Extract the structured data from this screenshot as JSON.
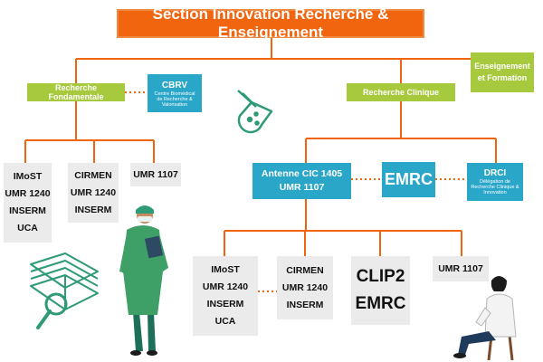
{
  "title": "Section Innovation Recherche & Enseignement",
  "colors": {
    "orange": "#f2650f",
    "green": "#a7c93d",
    "blue": "#2aa6c9",
    "gray": "#ebebeb",
    "teal_icon": "#2e9a78"
  },
  "nodes": {
    "enseignement": {
      "lines": [
        "Enseignement",
        "et Formation"
      ]
    },
    "recherche_fondamentale": {
      "label": "Recherche Fondamentale"
    },
    "cbrv": {
      "label": "CBRV",
      "desc": [
        "Centre Biomédical",
        "de Recherche &",
        "Valorisation"
      ]
    },
    "recherche_clinique": {
      "label": "Recherche Clinique"
    },
    "left_imost": {
      "lines": [
        "IMoST",
        "UMR 1240",
        "INSERM",
        "UCA"
      ]
    },
    "left_cirmen": {
      "lines": [
        "CIRMEN",
        "UMR 1240",
        "INSERM"
      ]
    },
    "left_umr1107": {
      "label": "UMR 1107"
    },
    "antenne": {
      "lines": [
        "Antenne CIC 1405",
        "UMR 1107"
      ]
    },
    "emrc": {
      "label": "EMRC"
    },
    "drci": {
      "label": "DRCI",
      "desc": [
        "Délégation de",
        "Recherche Clinique &",
        "Innovation"
      ]
    },
    "right_imost": {
      "lines": [
        "IMoST",
        "UMR 1240",
        "INSERM",
        "UCA"
      ]
    },
    "right_cirmen": {
      "lines": [
        "CIRMEN",
        "UMR 1240",
        "INSERM"
      ]
    },
    "clip2": {
      "lines": [
        "CLIP2",
        "EMRC"
      ]
    },
    "right_umr1107": {
      "label": "UMR 1107"
    }
  },
  "icons": [
    "flask-icon",
    "doctor-illustration-icon",
    "book-magnifier-icon",
    "scientist-seated-icon"
  ]
}
